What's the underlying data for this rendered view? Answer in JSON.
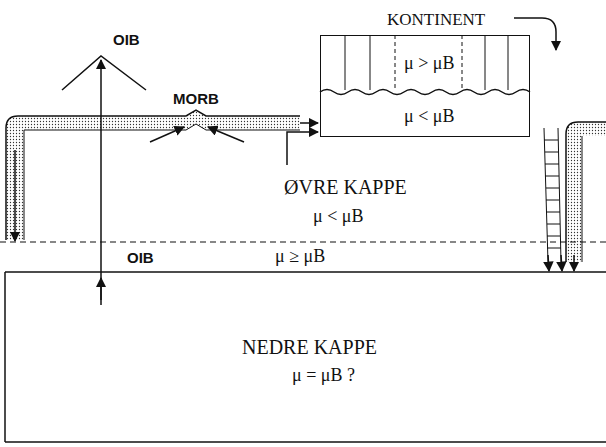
{
  "diagram": {
    "nodes": [
      {
        "text": [
          "KONTINENT",
          "μ > μB",
          "μ < μB"
        ]
      }
    ],
    "labels": [
      "OIB",
      "MORB",
      "ØVRE KAPPE",
      "μ < μB",
      "OIB",
      "μ ≥ μB",
      "NEDRE KAPPE",
      "μ = μB ?"
    ]
  }
}
